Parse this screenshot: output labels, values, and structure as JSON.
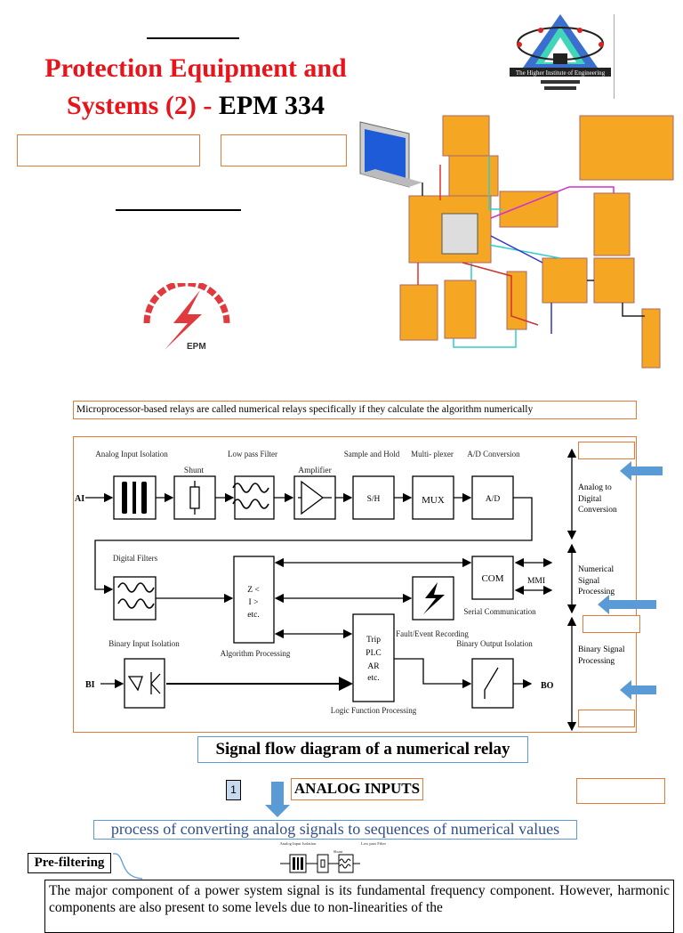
{
  "header": {
    "title_line1": "Protection Equipment and",
    "title_line2_red": "Systems (2) - ",
    "title_line2_black": "EPM 334",
    "institute_logo_text": "The Higher Institute of Engineering",
    "epm_logo_text": "EPM"
  },
  "intro_sentence": "Microprocessor-based relays are called numerical relays specifically if they calculate the algorithm numerically",
  "diagram": {
    "blocks": {
      "analog_input_isolation": "Analog Input Isolation",
      "shunt": "Shunt",
      "low_pass_filter": "Low pass Filter",
      "amplifier": "Amplifier",
      "sample_hold": "Sample and Hold",
      "sample_hold_box": "S/H",
      "multiplexer": "Multi- plexer",
      "mux_box": "MUX",
      "ad_conversion": "A/D Conversion",
      "ad_box": "A/D",
      "digital_filters": "Digital Filters",
      "algorithm_box": [
        "Z <",
        "I >",
        "etc."
      ],
      "algorithm_processing": "Algorithm Processing",
      "com_box": "COM",
      "mmi": "MMI",
      "serial_communication": "Serial Communication",
      "fault_event": "Fault/Event Recording",
      "binary_input_isolation": "Binary Input Isolation",
      "trip_box": [
        "Trip",
        "PLC",
        "AR",
        "etc."
      ],
      "logic_function": "Logic Function Processing",
      "binary_output_isolation": "Binary Output Isolation",
      "ai": "AI",
      "bi": "BI",
      "bo": "BO"
    },
    "stages": [
      "Analog to Digital Conversion",
      "Numerical Signal Processing",
      "Binary Signal Processing"
    ],
    "caption": "Signal flow diagram of a numerical relay"
  },
  "section": {
    "number": "1",
    "heading": "ANALOG INPUTS",
    "definition": "process of converting analog signals to sequences of numerical values",
    "mini_labels": [
      "Analog Input Isolation",
      "Shunt",
      "Low pass Filter"
    ],
    "prefiltering": "Pre-filtering",
    "paragraph": "The major component of a power system signal is its fundamental frequency component. However, harmonic components are also present to some levels due to non-linearities of the"
  },
  "colors": {
    "title_red": "#e8141b",
    "box_orange": "#e07b39",
    "accent_blue": "#5b9bd5"
  }
}
